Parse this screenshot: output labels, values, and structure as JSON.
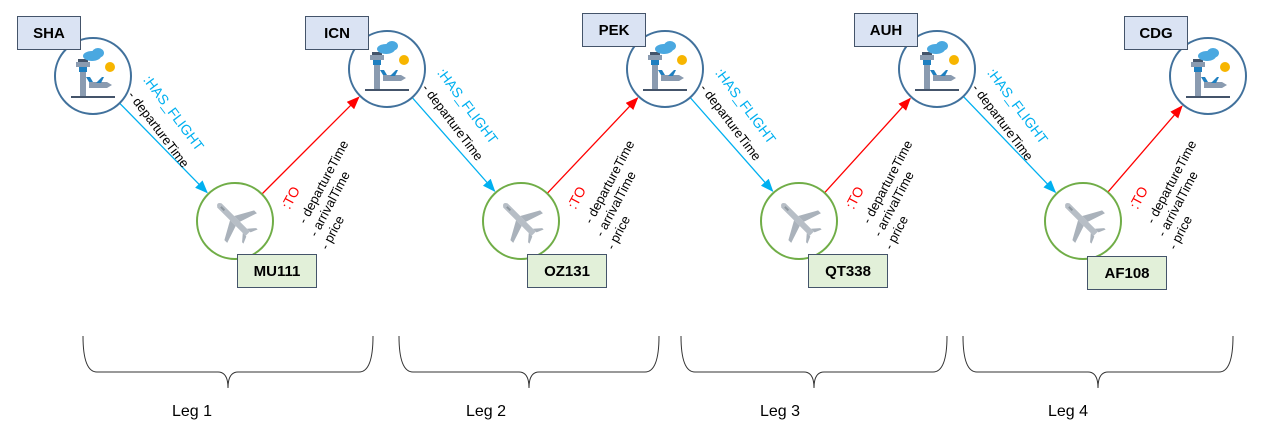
{
  "airports": [
    "SHA",
    "ICN",
    "PEK",
    "AUH",
    "CDG"
  ],
  "flights": [
    "MU111",
    "OZ131",
    "QT338",
    "AF108"
  ],
  "legs": [
    "Leg 1",
    "Leg 2",
    "Leg 3",
    "Leg 4"
  ],
  "relationships": {
    "has_flight": ":HAS_FLIGHT",
    "to": ":TO"
  },
  "properties": {
    "has_flight": [
      "- departureTime"
    ],
    "to": [
      "- departureTime",
      "- arrivalTime",
      "- price"
    ]
  },
  "colors": {
    "airport_circle": "#41719c",
    "flight_circle": "#70ad47",
    "airport_label_bg": "#dae3f3",
    "flight_label_bg": "#e2f0d9",
    "has_flight_arrow": "#00b0f0",
    "to_arrow": "#ff0000"
  },
  "icons": {
    "airport": "airport-tower-icon",
    "flight": "airplane-icon"
  }
}
